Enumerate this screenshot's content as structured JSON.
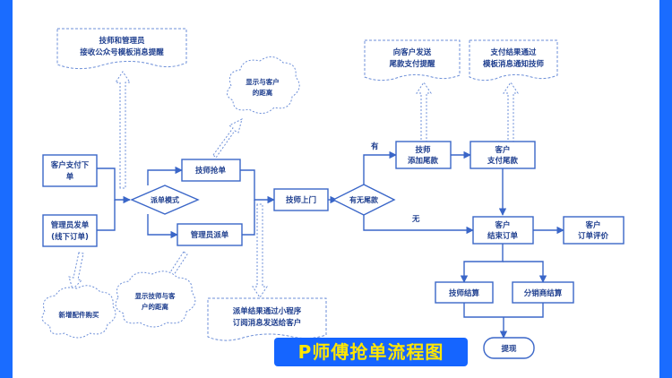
{
  "colors": {
    "frame": "#1a6cff",
    "stroke": "#3a66c8",
    "text": "#1f3f8f",
    "title_bg": "#1565ff",
    "title_fg": "#ffe600"
  },
  "title": "P师傅抢单流程图",
  "nodes": {
    "customer_pay": [
      "客户支付下",
      "单"
    ],
    "admin_order": [
      "管理员发单",
      "(线下订单)"
    ],
    "dispatch_mode": "派单模式",
    "tech_grab": "技师抢单",
    "admin_dispatch": "管理员派单",
    "tech_visit": "技师上门",
    "has_tail": "有无尾款",
    "tech_add_tail": [
      "技师",
      "添加尾款"
    ],
    "customer_pay_tail": [
      "客户",
      "支付尾款"
    ],
    "customer_end_order": [
      "客户",
      "结束订单"
    ],
    "customer_review": [
      "客户",
      "订单评价"
    ],
    "tech_settle": "技师结算",
    "distributor_settle": "分销商结算",
    "withdraw": "提现"
  },
  "notes": {
    "tech_admin_notify": [
      "技师和管理员",
      "接收公众号模板消息提醒"
    ],
    "push_tail_reminder": [
      "向客户发送",
      "尾款支付提醒"
    ],
    "pay_result_notify": [
      "支付结果通过",
      "模板消息通知技师"
    ],
    "dispatch_result": [
      "派单结果通过小程序",
      "订阅消息发送给客户"
    ]
  },
  "clouds": {
    "show_distance_customer": [
      "显示与客户",
      "的距离"
    ],
    "show_distance_tech": [
      "显示技师与客",
      "户的距离"
    ],
    "new_parts": "新增配件购买"
  },
  "edge_labels": {
    "yes": "有",
    "no": "无"
  }
}
